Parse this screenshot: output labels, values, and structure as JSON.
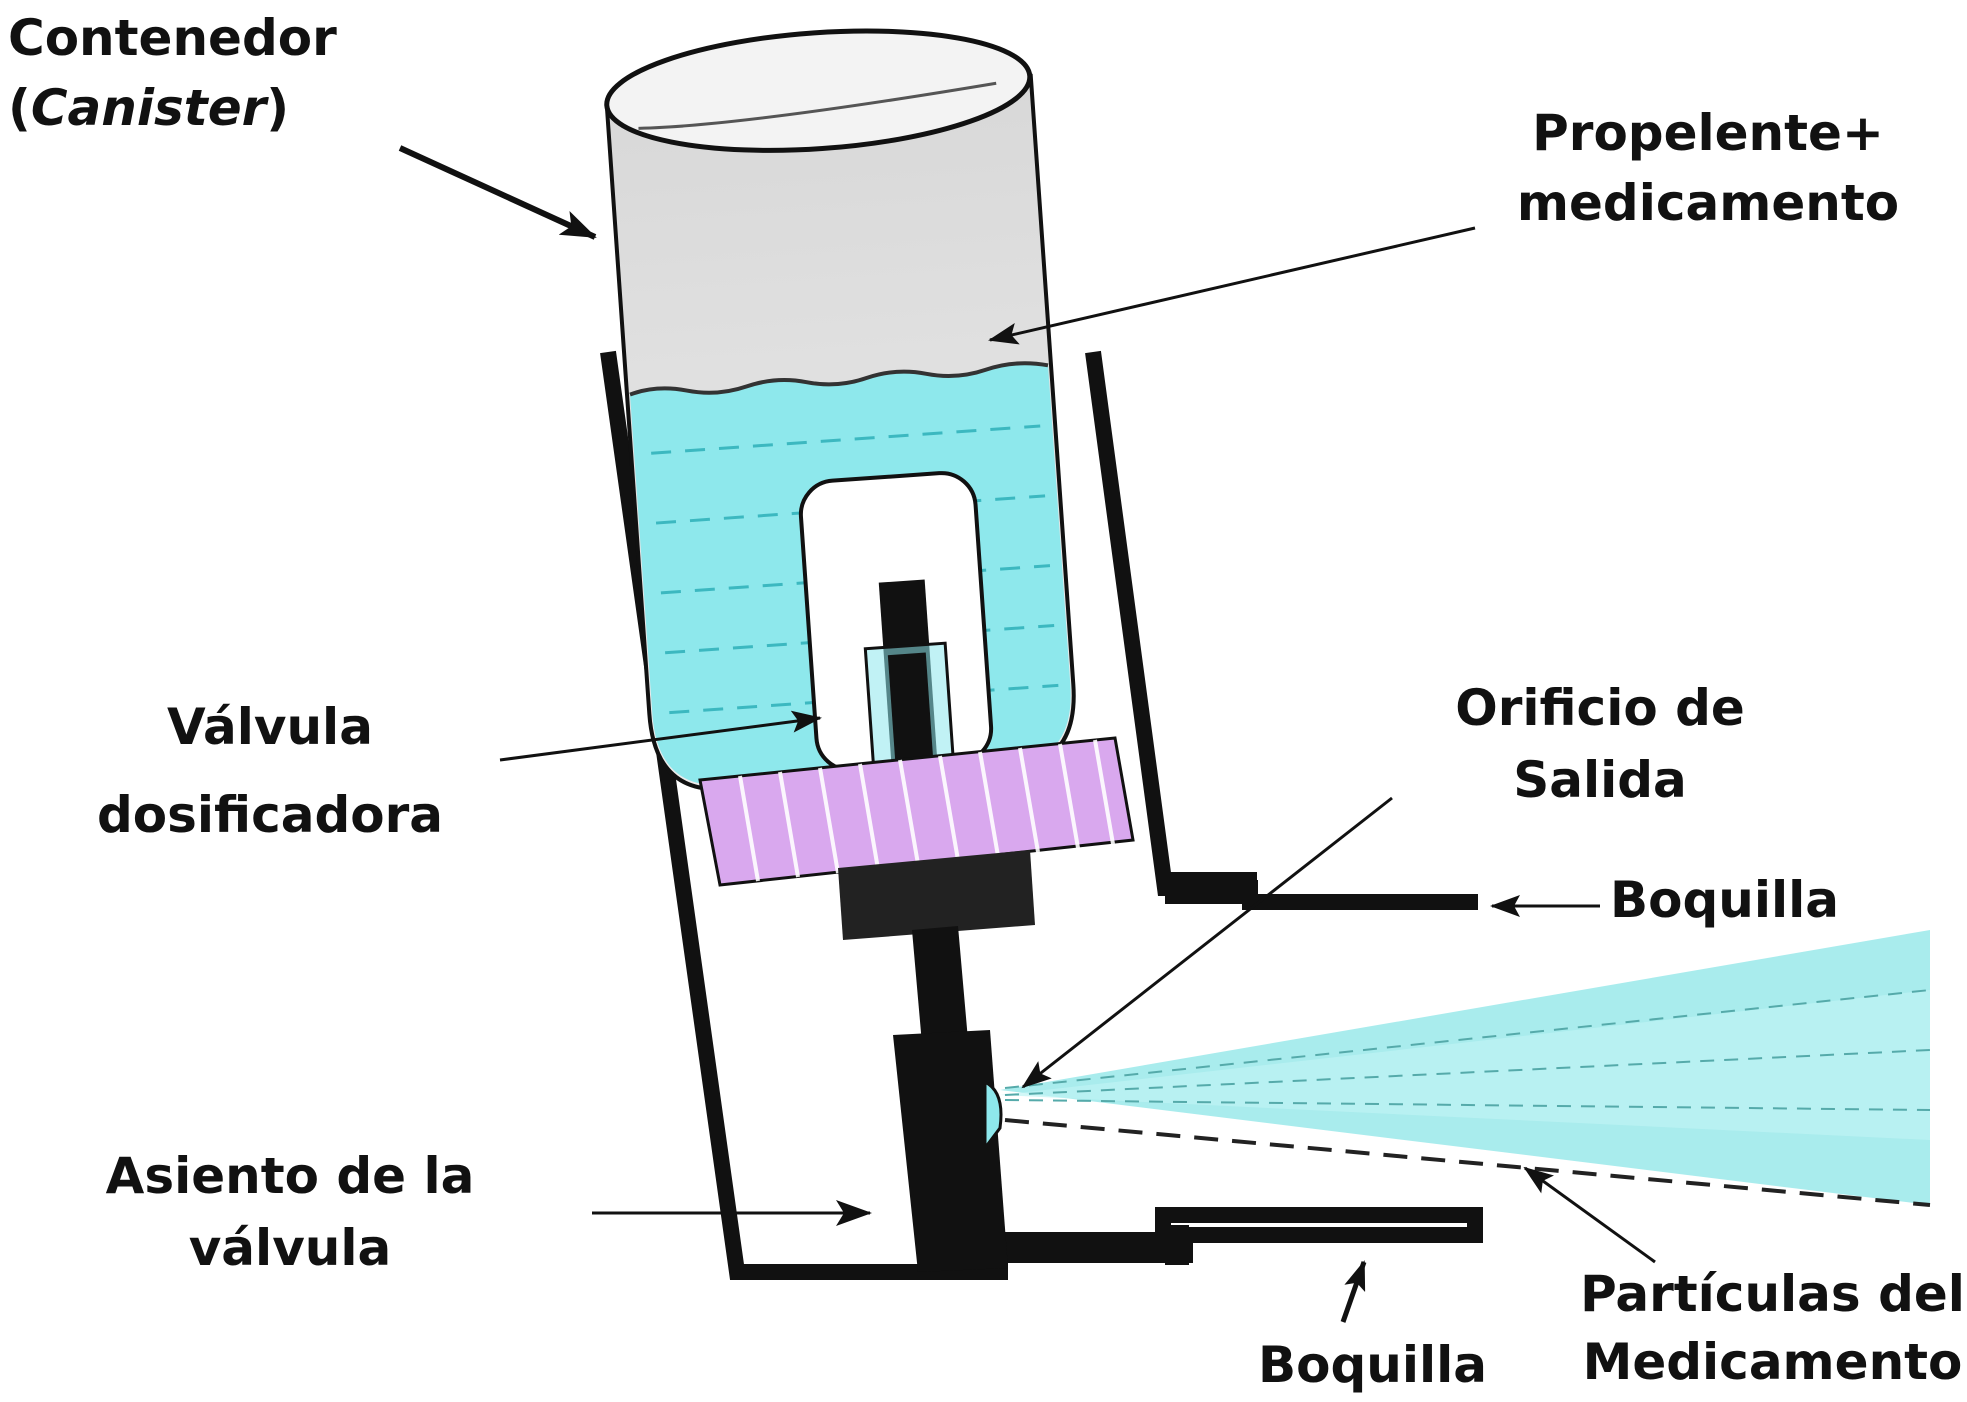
{
  "labels": {
    "contenedor_l1": "Contenedor",
    "contenedor_l2_open": "(",
    "contenedor_l2_italic": "Canister",
    "contenedor_l2_close": ")",
    "propelente_l1": "Propelente+",
    "propelente_l2": "medicamento",
    "valvula_dos_l1": "Válvula",
    "valvula_dos_l2": "dosificadora",
    "orificio_l1": "Orificio de",
    "orificio_l2": "Salida",
    "boquilla_right": "Boquilla",
    "asiento_l1": "Asiento de la",
    "asiento_l2": "válvula",
    "boquilla_bottom": "Boquilla",
    "particulas_l1": "Partículas del",
    "particulas_l2": "Medicamento"
  },
  "colors": {
    "liquid": "#8ee8ec",
    "liquid_light": "#bdf3f5",
    "canister_gas": "#e4e4e4",
    "canister_top": "#f3f3f3",
    "valve_ring": "#d9a8ee",
    "spray": "#9ae9ea",
    "ink": "#111111"
  }
}
